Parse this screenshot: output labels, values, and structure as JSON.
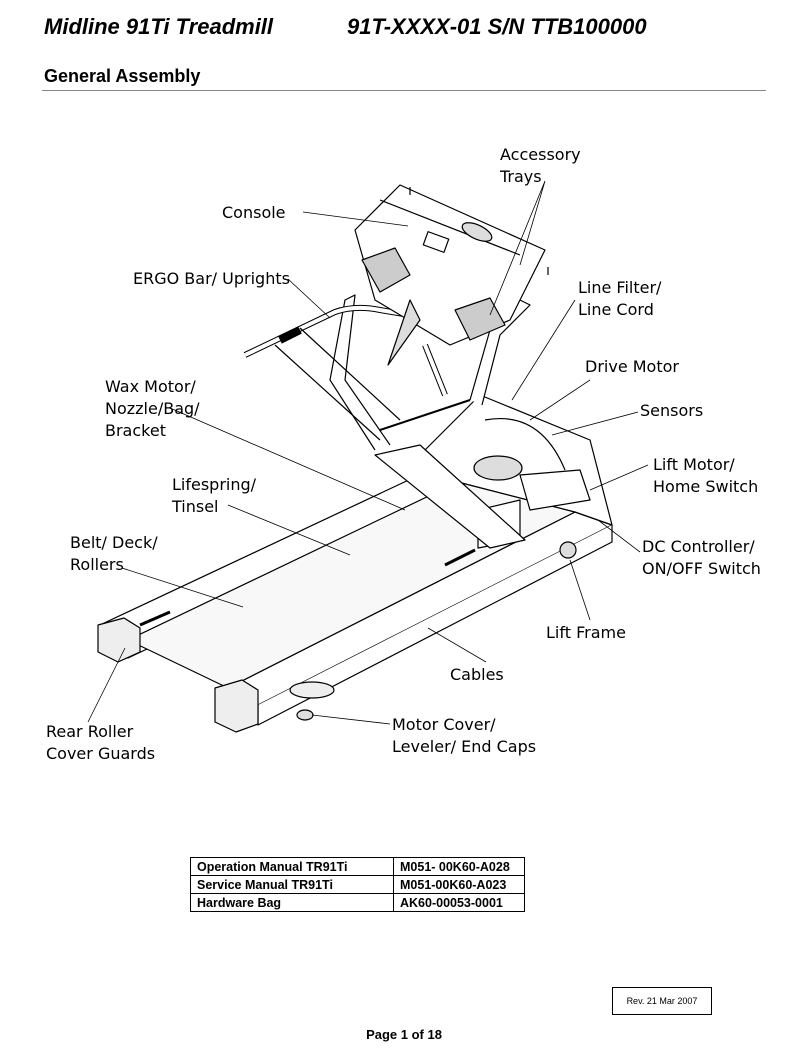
{
  "header": {
    "model": "Midline 91Ti Treadmill",
    "part_serial": "91T-XXXX-01 S/N TTB100000"
  },
  "section_title": "General Assembly",
  "labels": {
    "accessory_trays": [
      "Accessory",
      "Trays"
    ],
    "console": "Console",
    "ergo_bar": "ERGO Bar/ Uprights",
    "line_filter": [
      "Line Filter/",
      "Line Cord"
    ],
    "drive_motor": "Drive Motor",
    "wax_motor": [
      "Wax Motor/",
      "Nozzle/Bag/",
      "Bracket"
    ],
    "sensors": "Sensors",
    "lift_motor": [
      "Lift Motor/",
      "Home Switch"
    ],
    "lifespring": [
      "Lifespring/",
      "Tinsel"
    ],
    "belt_deck": [
      "Belt/ Deck/",
      "Rollers"
    ],
    "dc_controller": [
      "DC Controller/",
      "ON/OFF Switch"
    ],
    "lift_frame": "Lift Frame",
    "cables": "Cables",
    "rear_roller": [
      "Rear Roller",
      "Cover Guards"
    ],
    "motor_cover": [
      "Motor Cover/",
      "Leveler/ End Caps"
    ]
  },
  "parts_table": [
    [
      "Operation Manual TR91Ti",
      "M051- 00K60-A028"
    ],
    [
      "Service Manual TR91Ti",
      "M051-00K60-A023"
    ],
    [
      "Hardware Bag",
      "AK60-00053-0001"
    ]
  ],
  "revision": "Rev. 21 Mar 2007",
  "page": "Page 1 of 18"
}
